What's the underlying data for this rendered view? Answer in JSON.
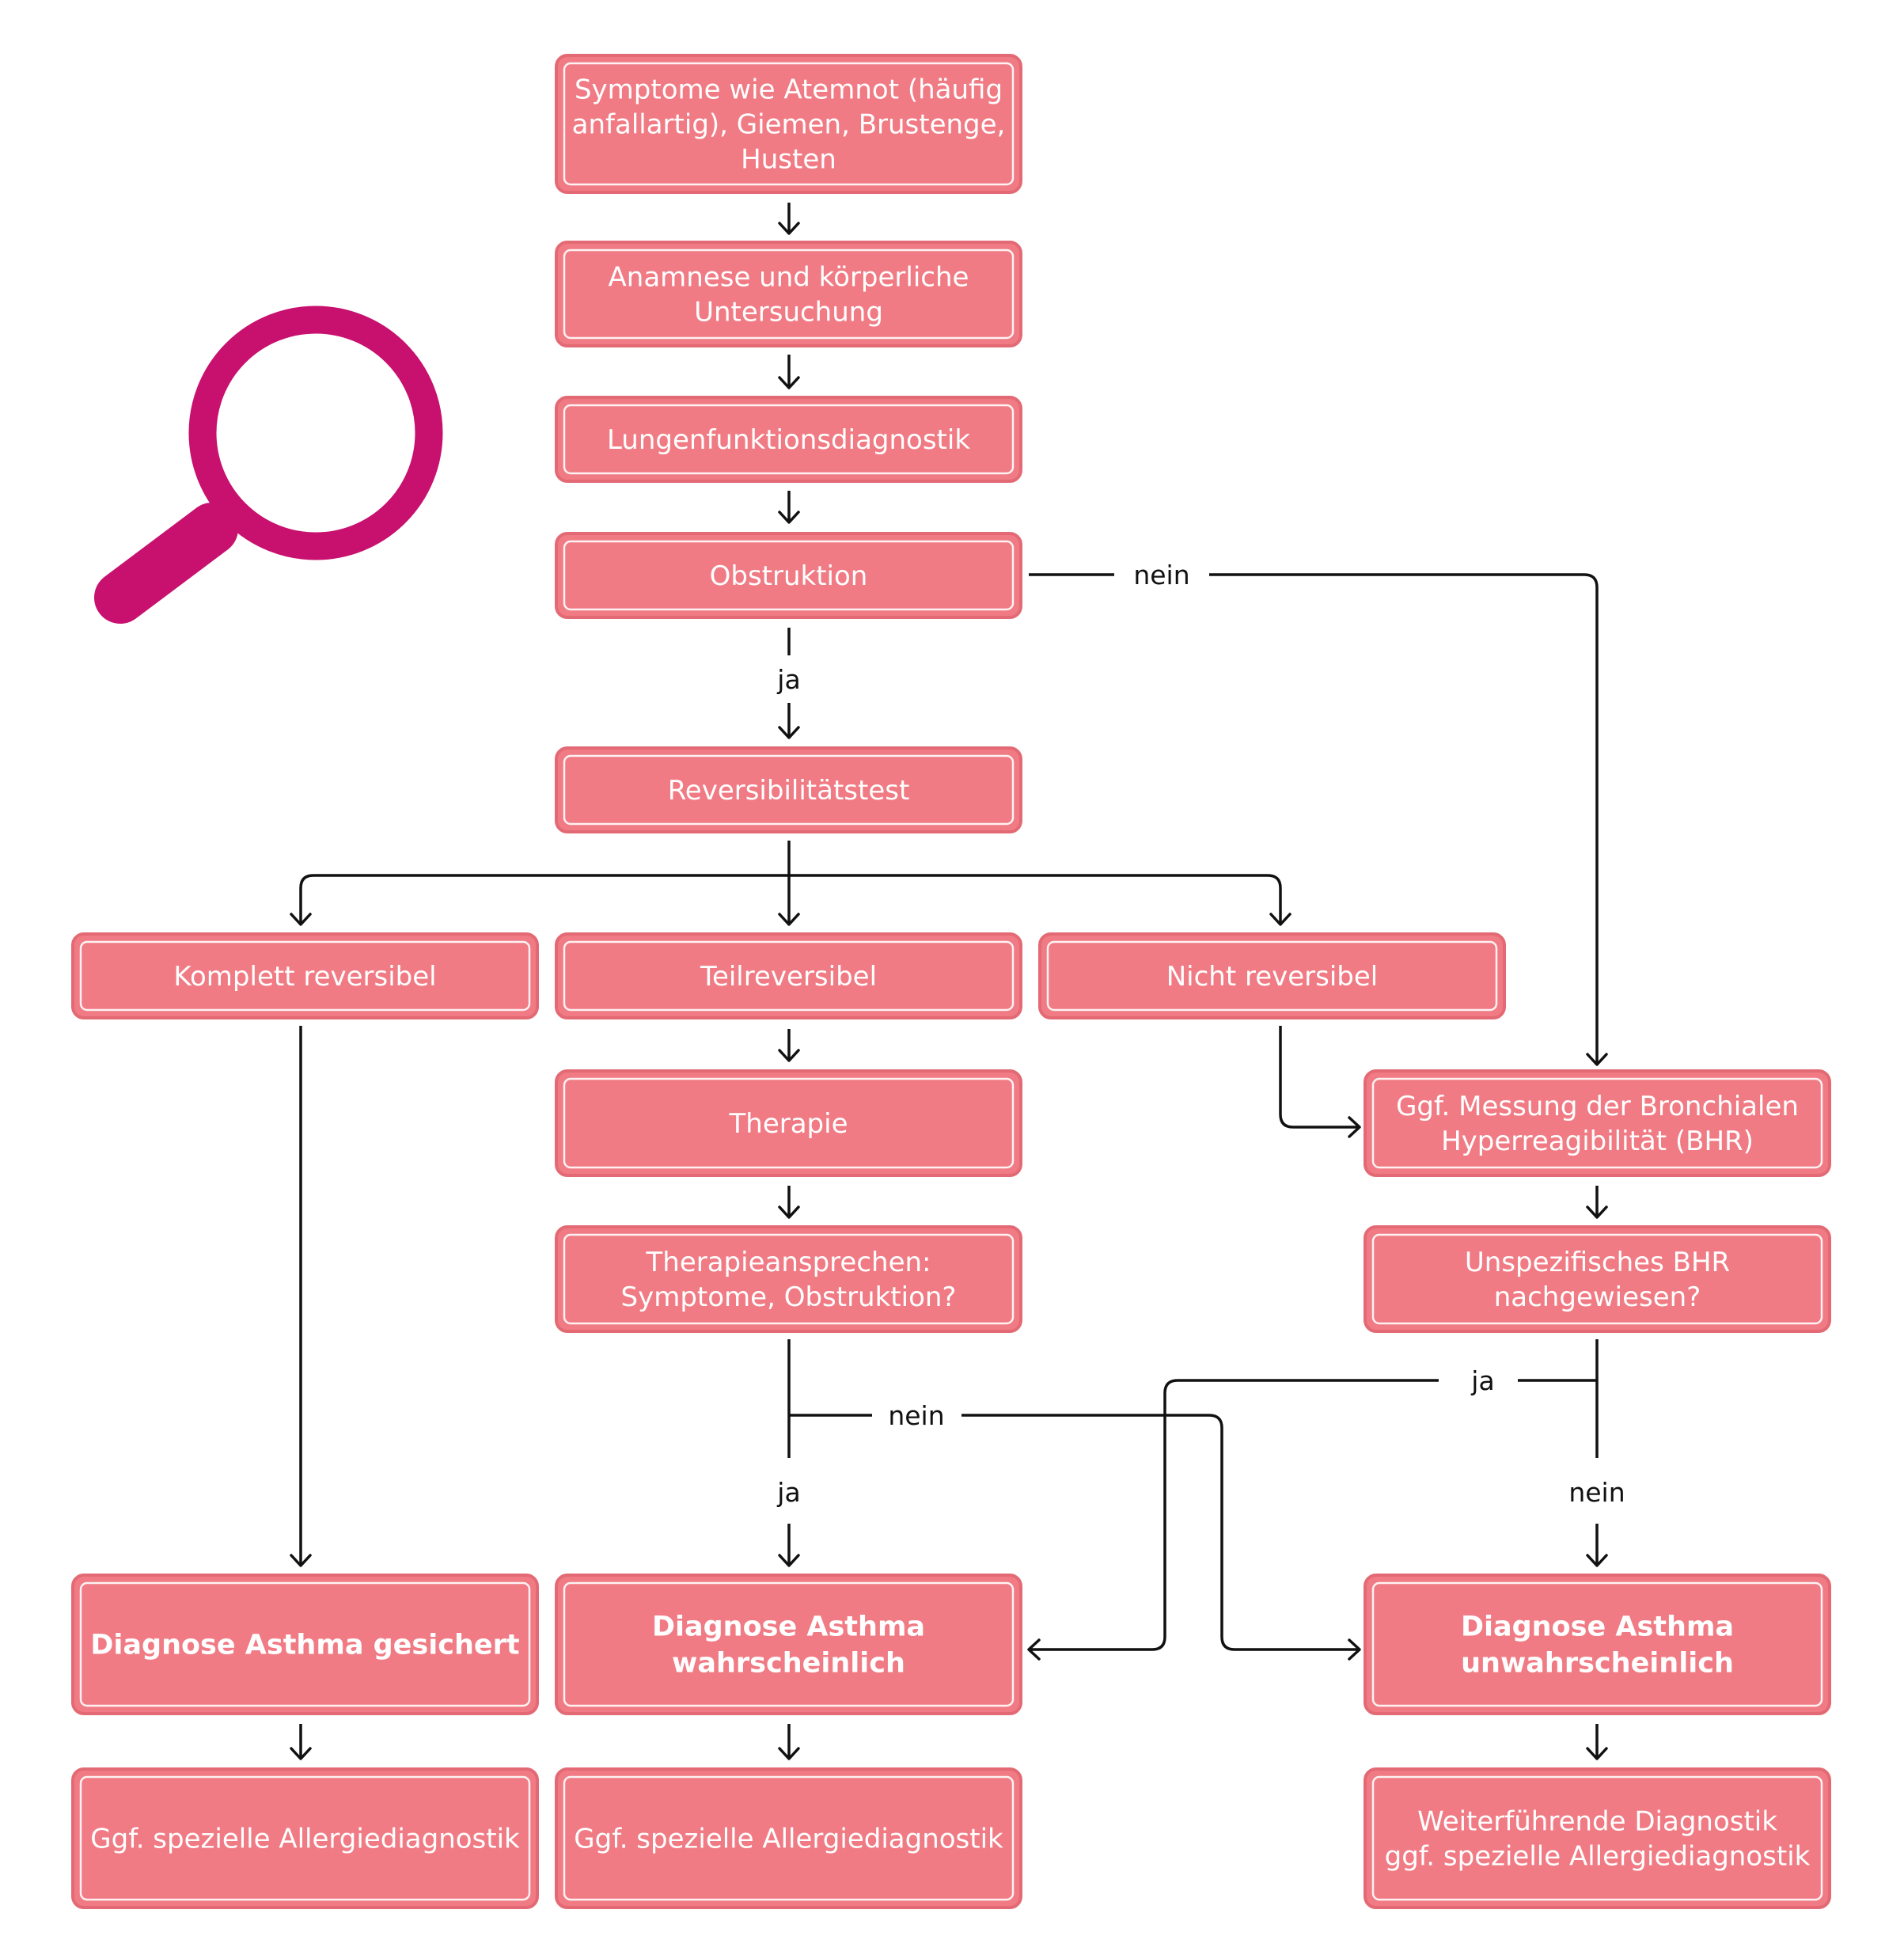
{
  "accent_color": "#f07b84",
  "icon_color": "#c8106e",
  "icon": "magnifier-icon",
  "nodes": {
    "symptome": [
      "Symptome wie Atemnot (häufig",
      "anfallartig), Giemen, Brustenge,",
      "Husten"
    ],
    "anamnese": [
      "Anamnese und körperliche",
      "Untersuchung"
    ],
    "lungenfunktion": [
      "Lungenfunktionsdiagnostik"
    ],
    "obstruktion": [
      "Obstruktion"
    ],
    "reversibilitaet": [
      "Reversibilitätstest"
    ],
    "komplett": [
      "Komplett reversibel"
    ],
    "teil": [
      "Teilreversibel"
    ],
    "nicht": [
      "Nicht reversibel"
    ],
    "therapie": [
      "Therapie"
    ],
    "therapieansprechen": [
      "Therapieansprechen:",
      "Symptome, Obstruktion?"
    ],
    "bhr_messung": [
      "Ggf. Messung der Bronchialen",
      "Hyperreagibilität (BHR)"
    ],
    "bhr_nachgewiesen": [
      "Unspezifisches BHR",
      "nachgewiesen?"
    ],
    "diag_gesichert": [
      "Diagnose Asthma gesichert"
    ],
    "diag_wahrscheinlich": [
      "Diagnose Asthma",
      "wahrscheinlich"
    ],
    "diag_unwahrscheinlich": [
      "Diagnose Asthma",
      "unwahrscheinlich"
    ],
    "allergie_1": [
      "Ggf. spezielle Allergiediagnostik"
    ],
    "allergie_2": [
      "Ggf. spezielle Allergiediagnostik"
    ],
    "weiterfuehrend": [
      "Weiterführende Diagnostik",
      "ggf. spezielle Allergiediagnostik"
    ]
  },
  "edge_labels": {
    "obstruktion_nein": "nein",
    "obstruktion_ja": "ja",
    "therapie_nein": "nein",
    "therapie_ja": "ja",
    "bhr_ja": "ja",
    "bhr_nein": "nein"
  }
}
